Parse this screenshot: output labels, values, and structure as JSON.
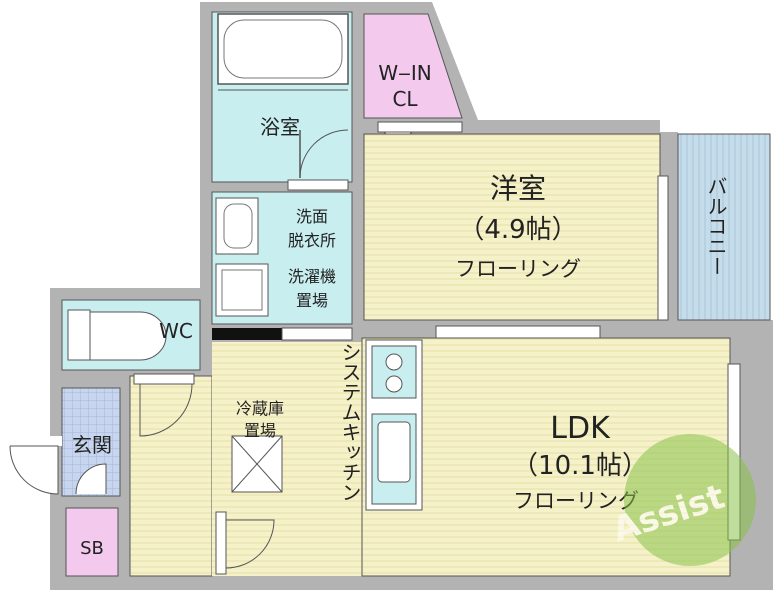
{
  "rooms": {
    "wic": {
      "line1": "W‒IN",
      "line2": "CL"
    },
    "bath": {
      "label": "浴室"
    },
    "washroom": {
      "line1": "洗面",
      "line2": "脱衣所"
    },
    "washer": {
      "line1": "洗濯機",
      "line2": "置場"
    },
    "western_room": {
      "name": "洋室",
      "size": "（4.9帖）",
      "floor": "フローリング"
    },
    "balcony": {
      "label": "バルコニー"
    },
    "wc": {
      "label": "WC"
    },
    "fridge": {
      "line1": "冷蔵庫",
      "line2": "置場"
    },
    "kitchen": {
      "label": "システムキッチン"
    },
    "ldk": {
      "name": "LDK",
      "size": "（10.1帖）",
      "floor": "フローリング"
    },
    "entrance": {
      "label": "玄関"
    },
    "shoe_box": {
      "label": "SB"
    }
  },
  "watermark": {
    "text": "Assist"
  },
  "colors": {
    "wall": "#b3b3b3",
    "floor": "#f5f1c9",
    "wet_area": "#c9eef0",
    "walk_in_closet": "#f3c9ee",
    "balcony": "#c5dceb",
    "entrance_tile": "#c7d6ee",
    "watermark": "#8bc34a"
  }
}
